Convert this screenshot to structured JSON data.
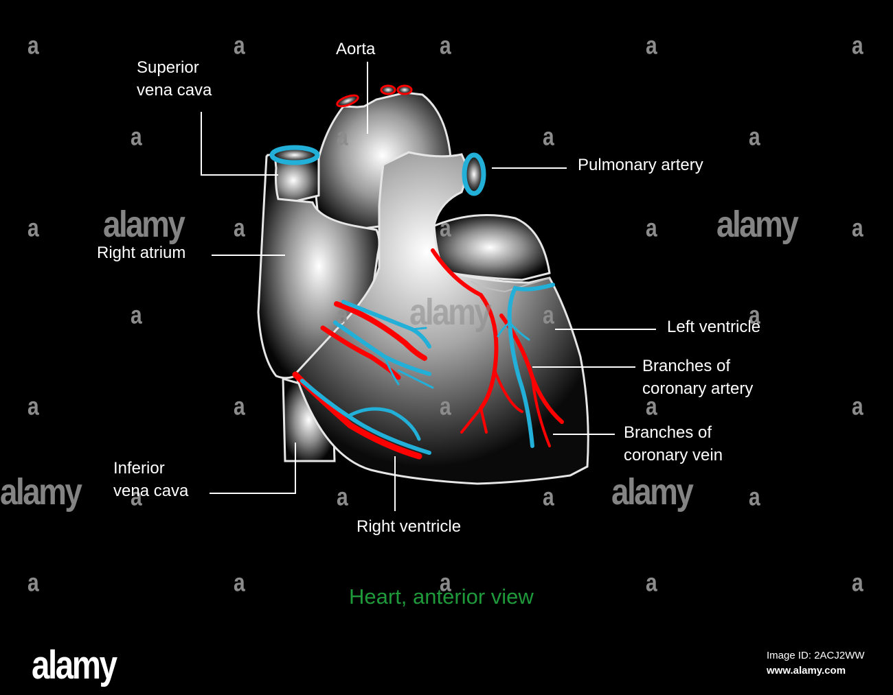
{
  "labels": {
    "aorta": "Aorta",
    "superior_vena_cava": [
      "Superior",
      "vena cava"
    ],
    "pulmonary_artery": "Pulmonary artery",
    "right_atrium": "Right atrium",
    "left_ventricle": "Left ventricle",
    "coronary_artery_branches": [
      "Branches of",
      "coronary artery"
    ],
    "coronary_vein_branches": [
      "Branches of",
      "coronary vein"
    ],
    "inferior_vena_cava": [
      "Inferior",
      "vena cava"
    ],
    "right_ventricle": "Right ventricle"
  },
  "caption": "Heart, anterior view",
  "watermark": {
    "small_glyph": "a",
    "word": "alamy",
    "image_id": "Image ID: 2ACJ2WW",
    "url": "www.alamy.com"
  },
  "colors": {
    "background": "#000000",
    "outline": "#e6e6e6",
    "artery": "#ff0000",
    "vein": "#22b0d8",
    "caption": "#1f9a3a",
    "label": "#ffffff"
  }
}
